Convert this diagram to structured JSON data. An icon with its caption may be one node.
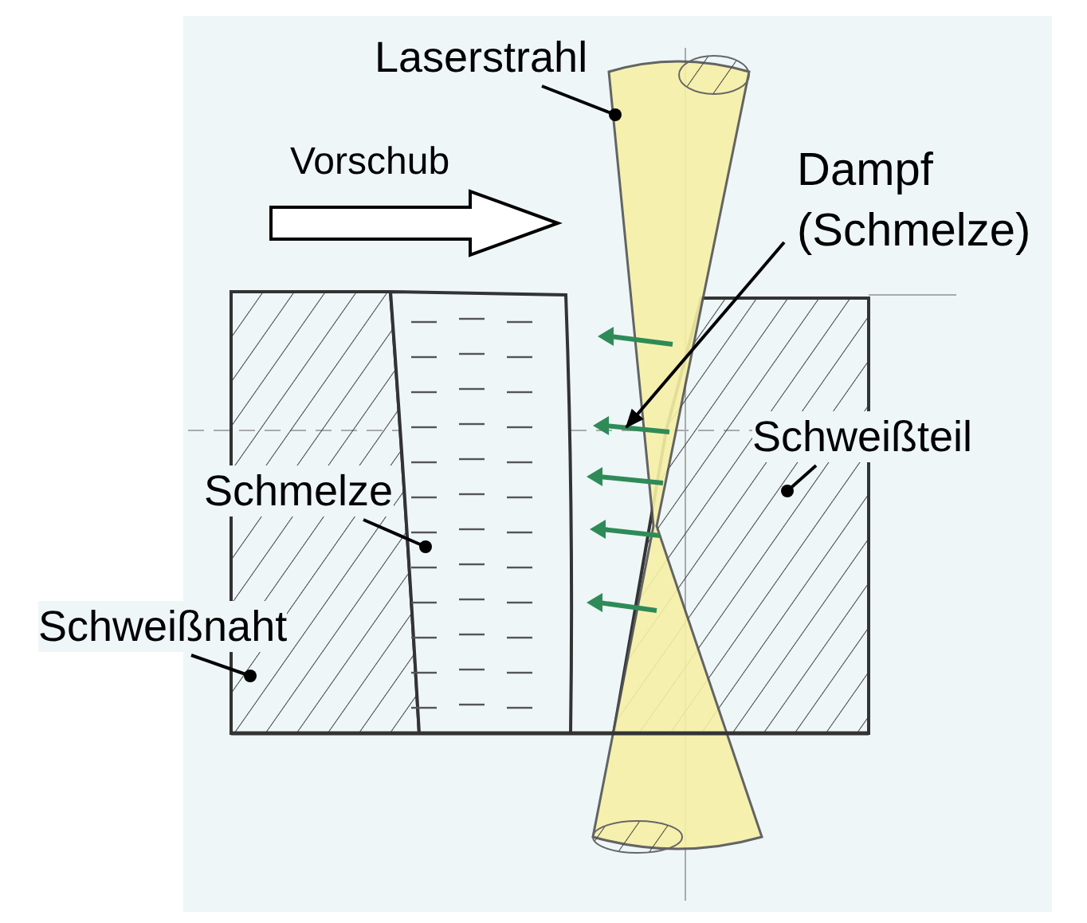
{
  "diagram": {
    "nodes": [
      {
        "text": [
          "Laserstrahl"
        ]
      },
      {
        "text": [],
        "shape": "cone"
      },
      {
        "text": [
          "Dampf (Schmelze)"
        ]
      },
      {
        "text": [
          "Schweißteil"
        ]
      },
      {
        "text": [],
        "shape": "box"
      },
      {
        "text": [
          "Schmelze"
        ]
      },
      {
        "text": [],
        "shape": "box"
      },
      {
        "text": [
          "Schweißnaht"
        ]
      },
      {
        "text": [],
        "shape": "box"
      }
    ],
    "edges": [
      {
        "from": 0,
        "to": 1,
        "arrow": "other"
      },
      {
        "from": 2,
        "to": 1,
        "arrow": "to"
      },
      {
        "from": 3,
        "to": 4,
        "arrow": "other"
      },
      {
        "from": 5,
        "to": 6,
        "arrow": "other"
      },
      {
        "from": 7,
        "to": 8,
        "arrow": "other"
      }
    ],
    "labels": [
      "Vorschub"
    ]
  }
}
